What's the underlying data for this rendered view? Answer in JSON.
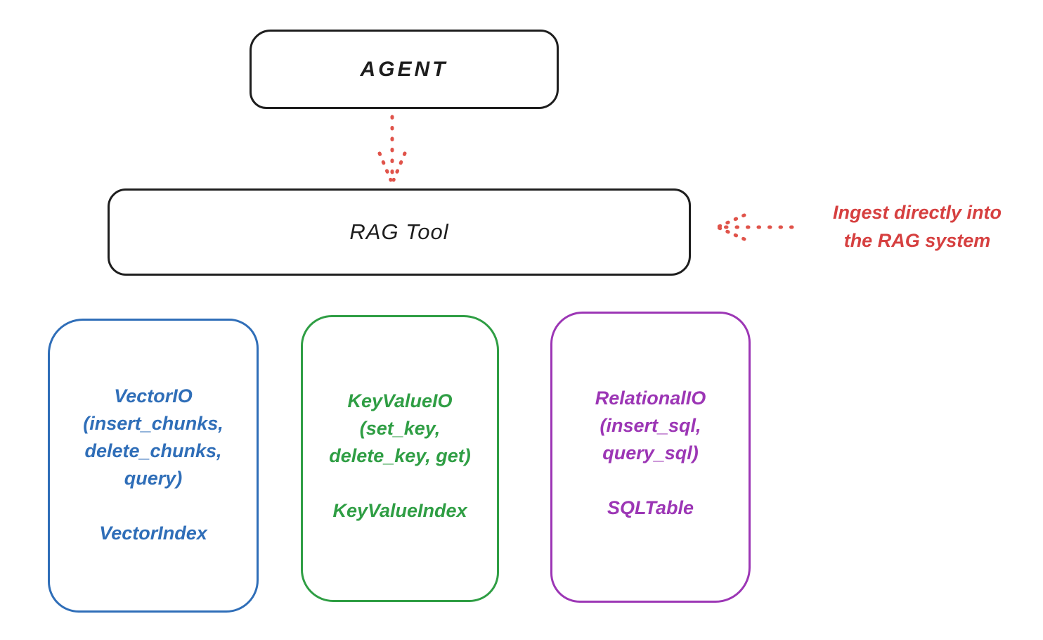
{
  "diagram": {
    "agent_box": {
      "label": "AGENT"
    },
    "rag_tool_box": {
      "label": "RAG Tool"
    },
    "agent_to_rag_arrow": {
      "style": "dotted",
      "direction": "down",
      "color": "#e0534a"
    },
    "annotation": {
      "lines": [
        "Ingest directly into",
        "the RAG system"
      ],
      "arrow_style": "dotted",
      "arrow_direction": "left",
      "color": "#d64040"
    },
    "storage_boxes": [
      {
        "id": "vector-io",
        "color": "#2f6eb8",
        "lines": [
          "VectorIO",
          "(insert_chunks,",
          "delete_chunks,",
          "query)"
        ],
        "index_label": "VectorIndex"
      },
      {
        "id": "keyvalue-io",
        "color": "#2f9e44",
        "lines": [
          "KeyValueIO",
          "(set_key,",
          "delete_key, get)"
        ],
        "index_label": "KeyValueIndex"
      },
      {
        "id": "relational-io",
        "color": "#9c36b5",
        "lines": [
          "RelationalIO",
          "(insert_sql,",
          "query_sql)"
        ],
        "index_label": "SQLTable"
      }
    ],
    "colors": {
      "ink": "#1e1e1e",
      "red_arrow": "#e0534a",
      "red_text": "#d64040",
      "blue": "#2f6eb8",
      "green": "#2f9e44",
      "purple": "#9c36b5",
      "background": "#ffffff"
    }
  }
}
